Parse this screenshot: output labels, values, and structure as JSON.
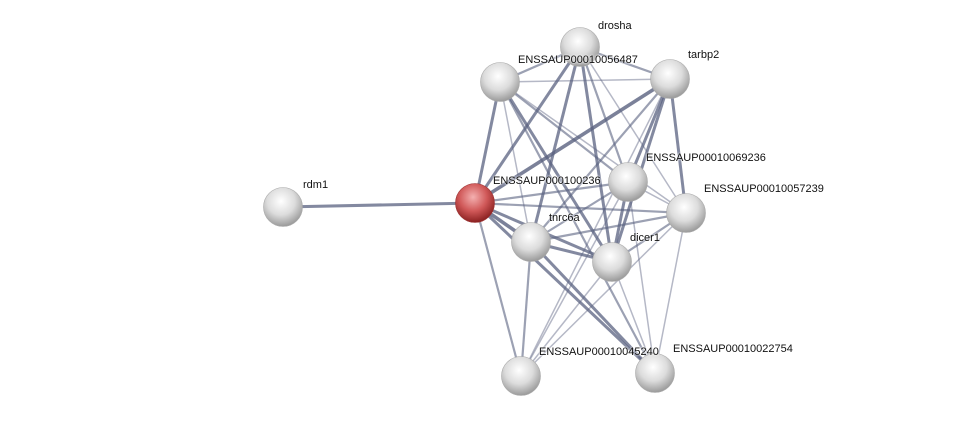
{
  "network": {
    "nodes": [
      {
        "id": "rdm1",
        "label": "rdm1",
        "query": false
      },
      {
        "id": "center",
        "label": "ENSSAUP000100236",
        "query": true
      },
      {
        "id": "drosha",
        "label": "drosha",
        "query": false
      },
      {
        "id": "n56487",
        "label": "ENSSAUP00010056487",
        "query": false
      },
      {
        "id": "tarbp2",
        "label": "tarbp2",
        "query": false
      },
      {
        "id": "n69236",
        "label": "ENSSAUP00010069236",
        "query": false
      },
      {
        "id": "n57239",
        "label": "ENSSAUP00010057239",
        "query": false
      },
      {
        "id": "tnrc6a",
        "label": "tnrc6a",
        "query": false
      },
      {
        "id": "dicer1",
        "label": "dicer1",
        "query": false
      },
      {
        "id": "n45240",
        "label": "ENSSAUP00010045240",
        "query": false
      },
      {
        "id": "n22754",
        "label": "ENSSAUP00010022754",
        "query": false
      }
    ],
    "edges": [
      [
        "rdm1",
        "center",
        3
      ],
      [
        "center",
        "n56487",
        3
      ],
      [
        "center",
        "drosha",
        3
      ],
      [
        "center",
        "tarbp2",
        4
      ],
      [
        "center",
        "n69236",
        2
      ],
      [
        "center",
        "n57239",
        2
      ],
      [
        "center",
        "tnrc6a",
        4
      ],
      [
        "center",
        "dicer1",
        3
      ],
      [
        "center",
        "n45240",
        2
      ],
      [
        "center",
        "n22754",
        3
      ],
      [
        "drosha",
        "n56487",
        2
      ],
      [
        "drosha",
        "tarbp2",
        2
      ],
      [
        "drosha",
        "n69236",
        2
      ],
      [
        "drosha",
        "n57239",
        1
      ],
      [
        "drosha",
        "tnrc6a",
        3
      ],
      [
        "drosha",
        "dicer1",
        3
      ],
      [
        "n56487",
        "tarbp2",
        1
      ],
      [
        "n56487",
        "n69236",
        2
      ],
      [
        "n56487",
        "n57239",
        1
      ],
      [
        "n56487",
        "tnrc6a",
        1
      ],
      [
        "n56487",
        "dicer1",
        3
      ],
      [
        "n56487",
        "n22754",
        2
      ],
      [
        "tarbp2",
        "n69236",
        3
      ],
      [
        "tarbp2",
        "n57239",
        3
      ],
      [
        "tarbp2",
        "tnrc6a",
        2
      ],
      [
        "tarbp2",
        "dicer1",
        3
      ],
      [
        "tarbp2",
        "n45240",
        1
      ],
      [
        "n69236",
        "n57239",
        1
      ],
      [
        "n69236",
        "tnrc6a",
        2
      ],
      [
        "n69236",
        "dicer1",
        3
      ],
      [
        "n69236",
        "n45240",
        1
      ],
      [
        "n69236",
        "n22754",
        1
      ],
      [
        "n57239",
        "tnrc6a",
        2
      ],
      [
        "n57239",
        "dicer1",
        2
      ],
      [
        "n57239",
        "n45240",
        1
      ],
      [
        "n57239",
        "n22754",
        1
      ],
      [
        "tnrc6a",
        "dicer1",
        3
      ],
      [
        "tnrc6a",
        "n45240",
        2
      ],
      [
        "tnrc6a",
        "n22754",
        3
      ],
      [
        "dicer1",
        "n45240",
        1
      ],
      [
        "dicer1",
        "n22754",
        1
      ]
    ],
    "colors": {
      "edge": "#5a6280",
      "query_node": "#d05050",
      "node": "#d8d8d8"
    }
  }
}
